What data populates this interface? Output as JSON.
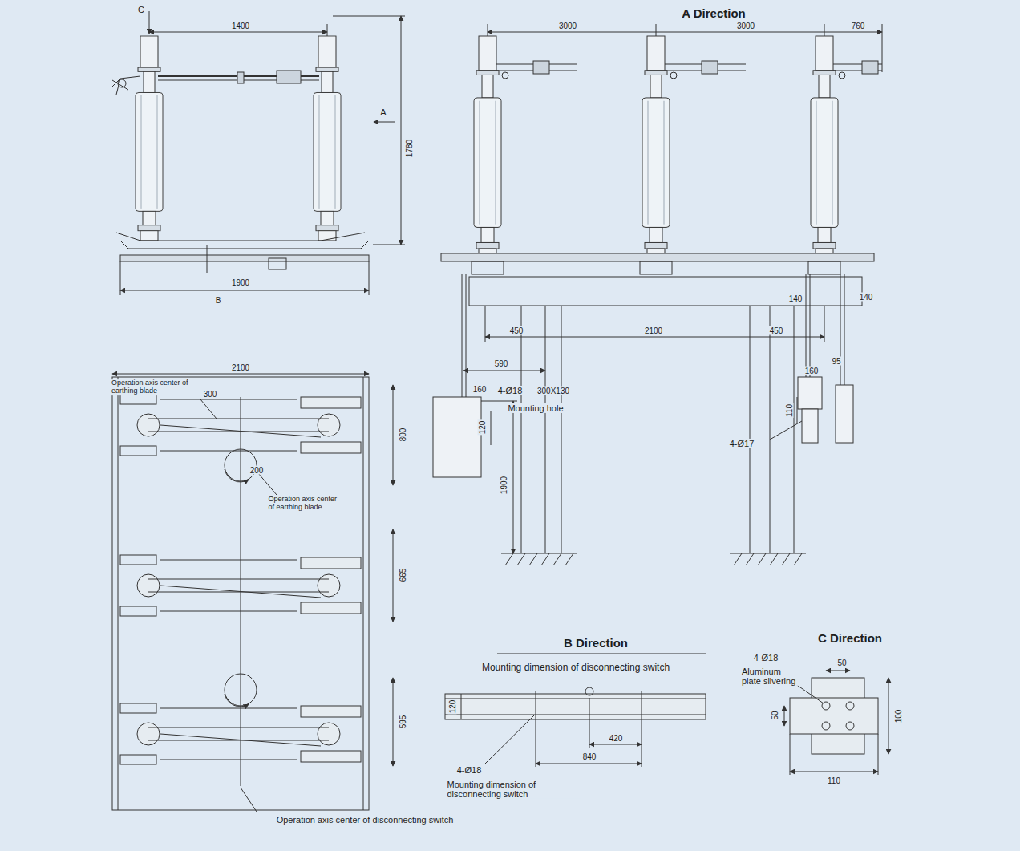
{
  "diagram": {
    "labels": [
      "C",
      "1400",
      "A",
      "1780",
      "1900",
      "B",
      "A Direction",
      "3000",
      "3000",
      "760",
      "140",
      "140",
      "450",
      "2100",
      "450",
      "590",
      "160",
      "4-Ø18",
      "300X130",
      "Mounting hole",
      "120",
      "1900",
      "160",
      "110",
      "4-Ø17",
      "95",
      "2100",
      "Operation axis center of earthing blade",
      "300",
      "200",
      "Operation axis center of earthing blade",
      "800",
      "665",
      "595",
      "Operation axis center of disconnecting switch",
      "B Direction",
      "Mounting dimension of disconnecting switch",
      "120",
      "420",
      "840",
      "4-Ø18",
      "Mounting dimension of disconnecting switch",
      "C Direction",
      "4-Ø18",
      "Aluminum plate silvering",
      "50",
      "50",
      "100",
      "110"
    ]
  }
}
